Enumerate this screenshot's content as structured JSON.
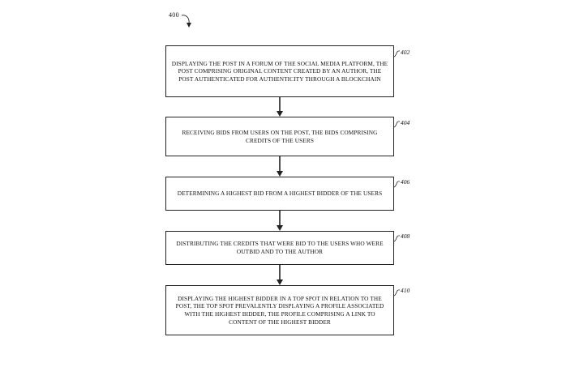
{
  "figure": {
    "label": "400"
  },
  "steps": [
    {
      "ref": "402",
      "text": "DISPLAYING THE POST IN A FORUM OF THE SOCIAL MEDIA PLATFORM, THE POST COMPRISING ORIGINAL CONTENT CREATED BY AN AUTHOR, THE POST AUTHENTICATED FOR AUTHENTICITY THROUGH A BLOCKCHAIN"
    },
    {
      "ref": "404",
      "text": "RECEIVING BIDS FROM USERS ON THE POST, THE BIDS COMPRISING CREDITS OF THE USERS"
    },
    {
      "ref": "406",
      "text": "DETERMINING A HIGHEST BID FROM A HIGHEST BIDDER OF THE USERS"
    },
    {
      "ref": "408",
      "text": "DISTRIBUTING THE CREDITS THAT WERE BID TO THE USERS WHO WERE OUTBID AND TO THE AUTHOR"
    },
    {
      "ref": "410",
      "text": "DISPLAYING THE HIGHEST BIDDER IN A TOP SPOT IN RELATION TO THE POST, THE TOP SPOT PREVALENTLY DISPLAYING A PROFILE ASSOCIATED WITH THE HIGHEST BIDDER, THE PROFILE COMPRISING A LINK TO CONTENT OF THE HIGHEST BIDDER"
    }
  ]
}
